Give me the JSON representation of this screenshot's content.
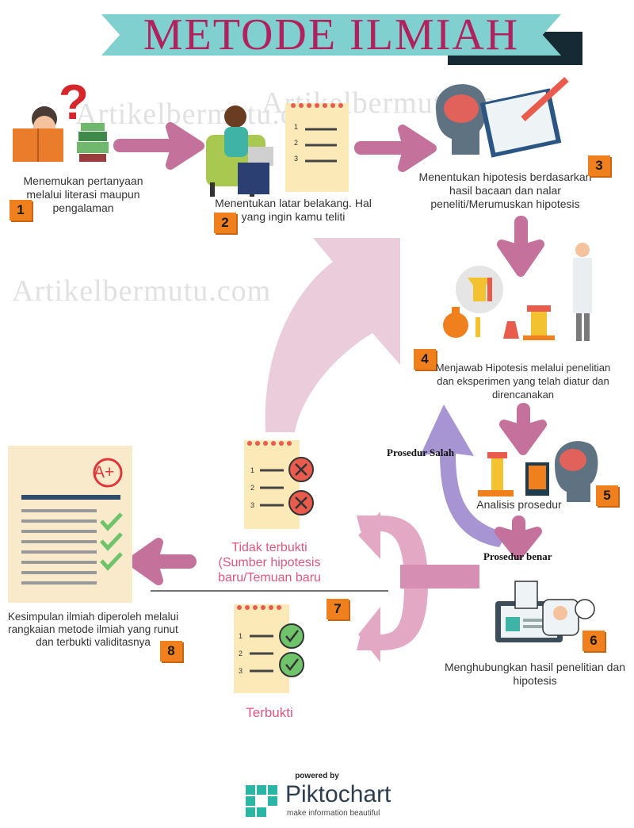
{
  "title": "METODE ILMIAH",
  "watermark": "Artikelbermutu.com",
  "steps": [
    {
      "number": "1",
      "text": "Menemukan pertanyaan melalui literasi maupun pengalaman"
    },
    {
      "number": "2",
      "text": "Menentukan latar belakang. Hal yang ingin kamu teliti"
    },
    {
      "number": "3",
      "text": "Menentukan hipotesis berdasarkan hasil bacaan dan nalar peneliti/Merumuskan hipotesis"
    },
    {
      "number": "4",
      "text": "Menjawab Hipotesis melalui penelitian dan eksperimen yang telah diatur dan direncanakan"
    },
    {
      "number": "5",
      "text": "Analisis prosedur"
    },
    {
      "number": "6",
      "text": "Menghubungkan  hasil penelitian dan hipotesis"
    },
    {
      "number": "7",
      "text": ""
    },
    {
      "number": "8",
      "text": "Kesimpulan ilmiah diperoleh melalui rangkaian metode ilmiah yang runut dan terbukti validitasnya"
    }
  ],
  "labels": {
    "prosedur_salah": "Prosedur Salah",
    "prosedur_benar": "Prosedur benar",
    "tidak_terbukti": "Tidak terbukti (Sumber hipotesis baru/Temuan baru",
    "terbukti": "Terbukti",
    "grade": "A+",
    "question_mark": "?"
  },
  "checklist_numbers": [
    "1",
    "2",
    "3"
  ],
  "footer": {
    "powered_by": "powered by",
    "brand": "Piktochart",
    "tagline": "make information beautiful"
  },
  "colors": {
    "title": "#b0225e",
    "banner": "#7fd0cf",
    "banner_shadow": "#152a33",
    "arrow": "#c4729b",
    "badge": "#f07f1e",
    "accent_pink": "#e0577e",
    "wrong_arrow": "#9b88c8"
  }
}
